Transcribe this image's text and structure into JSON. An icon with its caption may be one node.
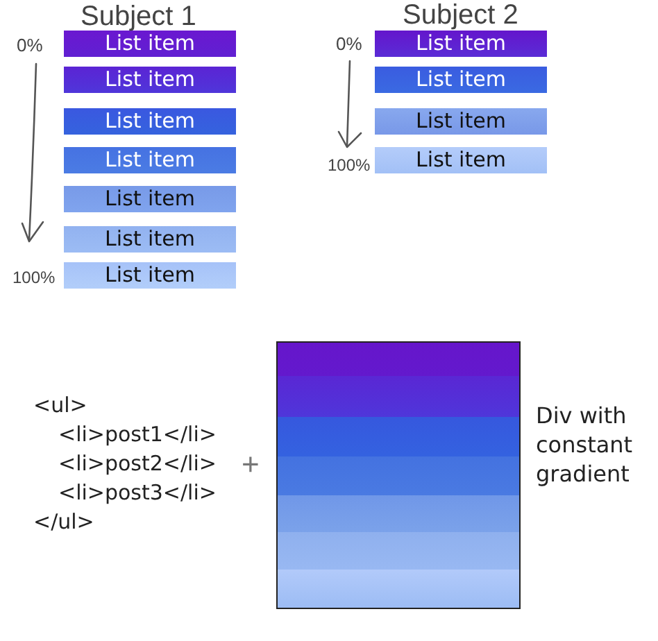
{
  "diagram": {
    "nodes": [
      {
        "text": [
          "List item"
        ]
      },
      {
        "text": [
          "List item"
        ]
      },
      {
        "text": [
          "List item"
        ]
      },
      {
        "text": [
          "List item"
        ]
      },
      {
        "text": [
          "List item"
        ]
      },
      {
        "text": [
          "List item"
        ]
      },
      {
        "text": [
          "List item"
        ]
      },
      {
        "text": [
          "List item"
        ]
      },
      {
        "text": [
          "List item"
        ]
      },
      {
        "text": [
          "List item"
        ]
      },
      {
        "text": [
          "List item"
        ]
      },
      {
        "text": [],
        "shape": "box",
        "beside": [
          "Div with constant gradient"
        ]
      }
    ],
    "labels": [
      "Subject 1",
      "Subject 2",
      "0%",
      "0%",
      "100%",
      "100%",
      "<ul>",
      "<li>post1</li>",
      "<li>post2</li>",
      "<li>post3</li>",
      "</ul>",
      "+"
    ]
  }
}
